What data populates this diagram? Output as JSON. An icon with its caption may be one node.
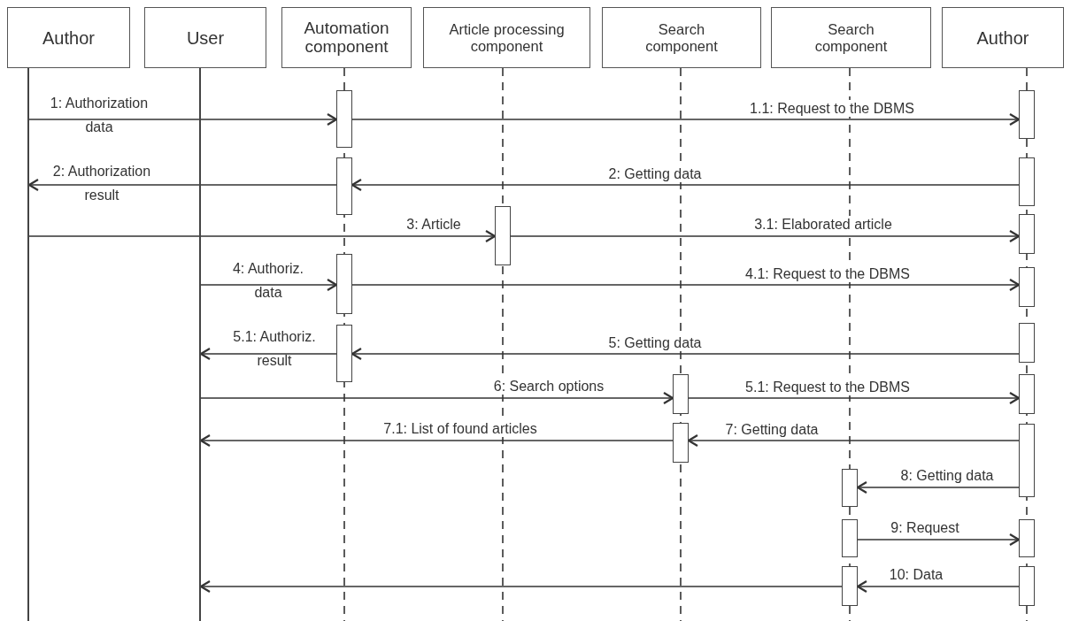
{
  "diagram": {
    "nodes": [
      {
        "text": [
          "Author"
        ]
      },
      {
        "text": [
          "User"
        ]
      },
      {
        "text": [
          "Automation component"
        ]
      },
      {
        "text": [
          "Article processing component"
        ]
      },
      {
        "text": [
          "Search component"
        ]
      },
      {
        "text": [
          "Search component"
        ]
      },
      {
        "text": [
          "Author"
        ]
      },
      {
        "text": [],
        "shape": "line"
      },
      {
        "text": [],
        "shape": "line"
      },
      {
        "text": [],
        "shape": "bar"
      },
      {
        "text": [],
        "shape": "bar"
      },
      {
        "text": [],
        "shape": "bar"
      },
      {
        "text": [],
        "shape": "bar"
      },
      {
        "text": [],
        "shape": "bar"
      },
      {
        "text": [],
        "shape": "bar"
      },
      {
        "text": [],
        "shape": "bar"
      },
      {
        "text": [],
        "shape": "bar"
      },
      {
        "text": [],
        "shape": "bar"
      },
      {
        "text": [],
        "shape": "bar"
      },
      {
        "text": [],
        "shape": "bar"
      },
      {
        "text": [],
        "shape": "bar"
      },
      {
        "text": [],
        "shape": "bar"
      },
      {
        "text": [],
        "shape": "bar"
      },
      {
        "text": [],
        "shape": "bar"
      },
      {
        "text": [],
        "shape": "bar"
      },
      {
        "text": [],
        "shape": "bar"
      },
      {
        "text": [],
        "shape": "bar"
      },
      {
        "text": [],
        "shape": "bar"
      }
    ],
    "edges": [
      {
        "from": 7,
        "to": 9,
        "arrow": "to",
        "label": "1: Authorization data"
      },
      {
        "from": 9,
        "to": 19,
        "arrow": "to",
        "label": "1.1: Request to the DBMS"
      },
      {
        "from": 10,
        "to": 7,
        "arrow": "to",
        "label": "2: Authorization result"
      },
      {
        "from": 20,
        "to": 10,
        "arrow": "to",
        "label": "2: Getting data"
      },
      {
        "from": 7,
        "to": 13,
        "arrow": "to",
        "label": "3: Article"
      },
      {
        "from": 13,
        "to": 21,
        "arrow": "to",
        "label": "3.1: Elaborated article"
      },
      {
        "from": 8,
        "to": 11,
        "arrow": "to",
        "label": "4: Authoriz. data"
      },
      {
        "from": 11,
        "to": 22,
        "arrow": "to",
        "label": "4.1: Request to the DBMS"
      },
      {
        "from": 12,
        "to": 8,
        "arrow": "to",
        "label": "5.1: Authoriz. result"
      },
      {
        "from": 23,
        "to": 12,
        "arrow": "to",
        "label": "5: Getting data"
      },
      {
        "from": 8,
        "to": 14,
        "arrow": "to",
        "label": "6: Search options"
      },
      {
        "from": 14,
        "to": 24,
        "arrow": "to",
        "label": "5.1: Request to the DBMS"
      },
      {
        "from": 15,
        "to": 8,
        "arrow": "to",
        "label": "7.1: List of found articles"
      },
      {
        "from": 25,
        "to": 15,
        "arrow": "to",
        "label": "7: Getting data"
      },
      {
        "from": 25,
        "to": 16,
        "arrow": "to",
        "label": "8: Getting data"
      },
      {
        "from": 17,
        "to": 26,
        "arrow": "to",
        "label": "9: Request"
      },
      {
        "from": 27,
        "to": 18,
        "arrow": "to",
        "label": "10: Data"
      },
      {
        "from": 18,
        "to": 8,
        "arrow": "to"
      }
    ]
  }
}
